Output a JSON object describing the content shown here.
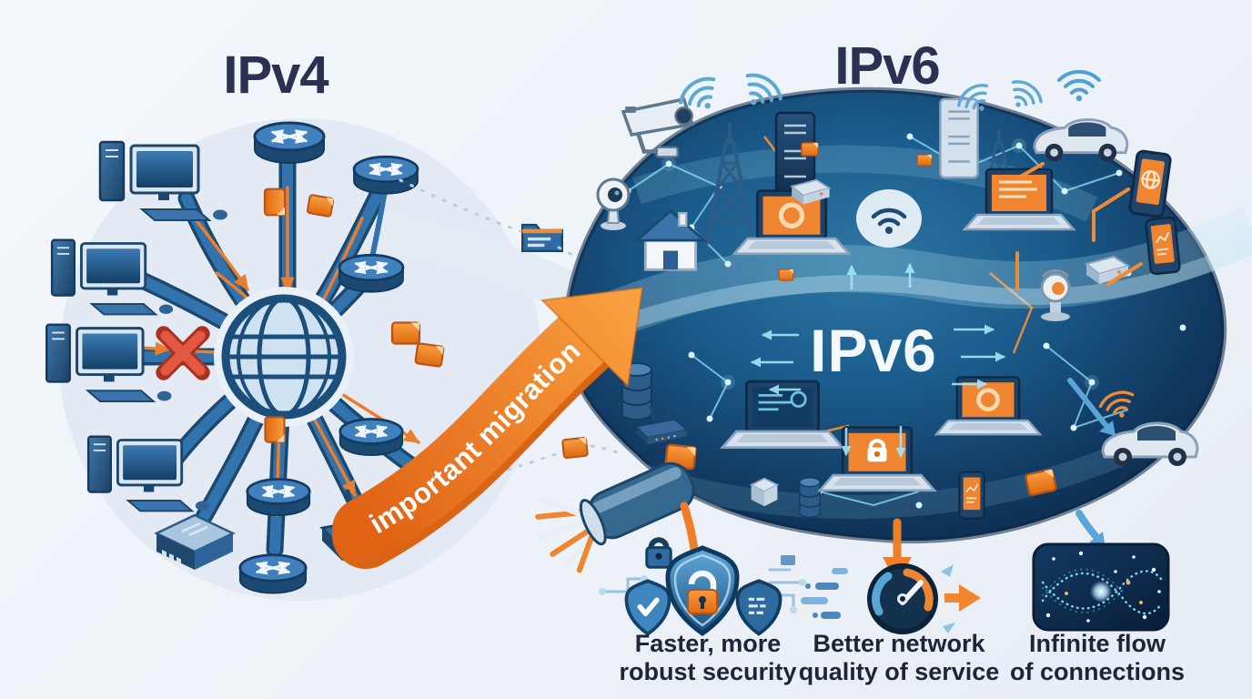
{
  "illustration": {
    "left_title": "IPv4",
    "right_title": "IPv6",
    "center_label": "IPv6",
    "migration_label": "important migration"
  },
  "benefits": [
    {
      "name": "security",
      "icon": "shield-lock-icon",
      "line1": "Faster, more",
      "line2": "robust security"
    },
    {
      "name": "quality-of-service",
      "icon": "speedometer-icon",
      "line1": "Better network",
      "line2": "quality of service"
    },
    {
      "name": "connections",
      "icon": "infinity-flow-icon",
      "line1": "Infinite flow",
      "line2": "of connections"
    }
  ],
  "colors": {
    "background": "#eef3f9",
    "left_circle": "#e3eaf3",
    "title_navy": "#2b3150",
    "caption_navy": "#1e2536",
    "network_blue": "#3273ad",
    "deep_navy": "#103055",
    "blob_center": "#1b5d8d",
    "blob_edge": "#0d2c4c",
    "circuit_cyan": "#8fe0f8",
    "accent_orange": "#ec7d2c",
    "alert_red": "#e25840",
    "label_white": "#f3f8fc"
  },
  "icons": {
    "desktop-computer-icon": "svg-monitor-tower-keyboard",
    "globe-hub-icon": "svg-wireframe-globe",
    "router-icon": "svg-cylinder-puck-cross-arrows",
    "network-switch-icon": "svg-isometric-box",
    "wifi-router-icon": "svg-box-two-antennas",
    "packet-icon": "svg-orange-square",
    "folder-icon": "svg-blue-folder-orange-tab",
    "blocked-x-icon": "svg-red-x",
    "migration-arrow-icon": "svg-curved-orange-arrow",
    "cctv-camera-icon": "svg-surveillance-camera",
    "webcam-icon": "svg-ball-camera",
    "radio-tower-icon": "svg-lattice-tower-wifi-waves",
    "server-icon": "svg-rack-tower",
    "smart-home-icon": "svg-house",
    "laptop-icon": "svg-open-laptop-orange-screen",
    "wifi-icon": "svg-wifi-arcs",
    "connected-car-icon": "svg-car-wifi-waves",
    "smartphone-icon": "svg-phone-orange-screen",
    "tablet-icon": "svg-tablet-orange-screen",
    "ptz-camera-icon": "svg-dome-camera",
    "fiber-optic-cable-icon": "svg-cable-with-strands",
    "shield-lock-icon": "svg-shield-orange-padlock",
    "shield-check-icon": "svg-shield-checkmark",
    "shield-code-icon": "svg-shield-dots",
    "padlock-icon": "svg-padlock",
    "speedometer-icon": "svg-gauge-needle",
    "infinity-flow-icon": "svg-particle-infinity-wave",
    "down-arrow-icon": "svg-down-arrow"
  }
}
